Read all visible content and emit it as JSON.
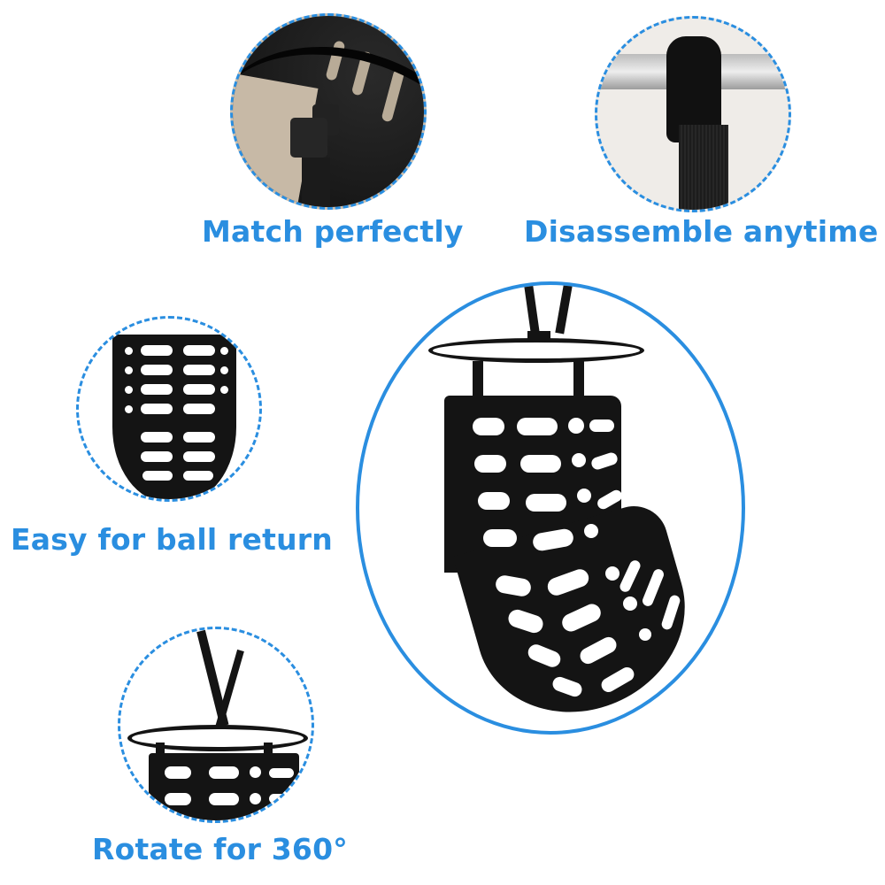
{
  "features": [
    {
      "id": "match",
      "caption": "Match perfectly",
      "icon": "ring-clip-closeup"
    },
    {
      "id": "disassemble",
      "caption": "Disassemble anytime",
      "icon": "strap-hook-closeup"
    },
    {
      "id": "ball-return",
      "caption": "Easy for ball return",
      "icon": "curved-chute"
    },
    {
      "id": "rotate",
      "caption": "Rotate for 360°",
      "icon": "ring-and-straps"
    }
  ],
  "main_product": {
    "label": "basketball return chute attachment"
  },
  "colors": {
    "accent": "#2a8ee0",
    "product": "#141414",
    "background": "#ffffff"
  }
}
